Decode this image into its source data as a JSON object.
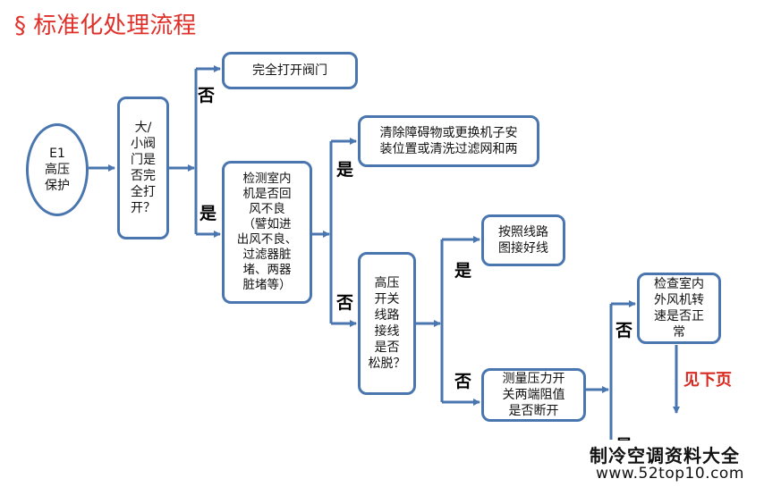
{
  "title": "§ 标准化处理流程",
  "nodes": {
    "e1": "E1\n高压\n保护",
    "valve_q": "大/\n小阀\n门是\n否完\n全打\n开？",
    "open_valve": "完全打开阀门",
    "indoor_q": "检测室内\n机是否回\n风不良\n（譬如进\n出风不良、\n过滤器脏\n堵、两器\n脏堵等）",
    "clean": "清除障碍物或更换机子安\n装位置或清洗过滤网和两",
    "switch_q": "高压\n开关\n线路\n接线\n是否\n松脱？",
    "rewire": "按照线路\n图接好线",
    "measure": "测量压力开\n关两端阻值\n是否断开",
    "fan_check": "检查室内\n外风机转\n速是否正\n常"
  },
  "labels": {
    "no1": "否",
    "yes1": "是",
    "yes2": "是",
    "no2": "否",
    "yes3": "是",
    "no3": "否",
    "no4": "否",
    "yes4": "是"
  },
  "next_page": "见下页",
  "watermark": {
    "line1": "制冷空调资料大全",
    "line2": "www.52top10.com"
  },
  "colors": {
    "title": "#e0302a",
    "box_border": "#4a76b0",
    "arrow": "#4a76b0",
    "note": "#d92b22"
  }
}
